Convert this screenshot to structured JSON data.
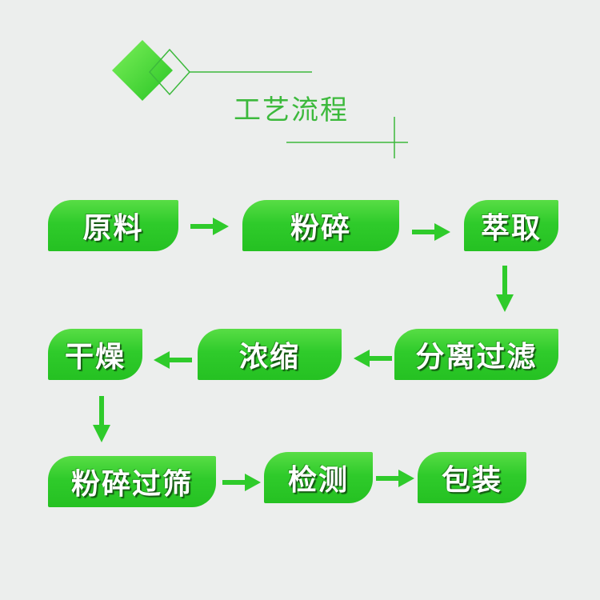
{
  "title": "工艺流程",
  "colors": {
    "green": "#2fcb2b",
    "line": "#3cb93c",
    "background": "#eceeed"
  },
  "steps": [
    {
      "id": "raw",
      "label": "原料"
    },
    {
      "id": "crush",
      "label": "粉碎"
    },
    {
      "id": "extract",
      "label": "萃取"
    },
    {
      "id": "filter",
      "label": "分离过滤"
    },
    {
      "id": "concentrate",
      "label": "浓缩"
    },
    {
      "id": "dry",
      "label": "干燥"
    },
    {
      "id": "sieve",
      "label": "粉碎过筛"
    },
    {
      "id": "test",
      "label": "检测"
    },
    {
      "id": "pack",
      "label": "包装"
    }
  ],
  "flow": [
    [
      "原料",
      "粉碎"
    ],
    [
      "粉碎",
      "萃取"
    ],
    [
      "萃取",
      "分离过滤"
    ],
    [
      "分离过滤",
      "浓缩"
    ],
    [
      "浓缩",
      "干燥"
    ],
    [
      "干燥",
      "粉碎过筛"
    ],
    [
      "粉碎过筛",
      "检测"
    ],
    [
      "检测",
      "包装"
    ]
  ]
}
